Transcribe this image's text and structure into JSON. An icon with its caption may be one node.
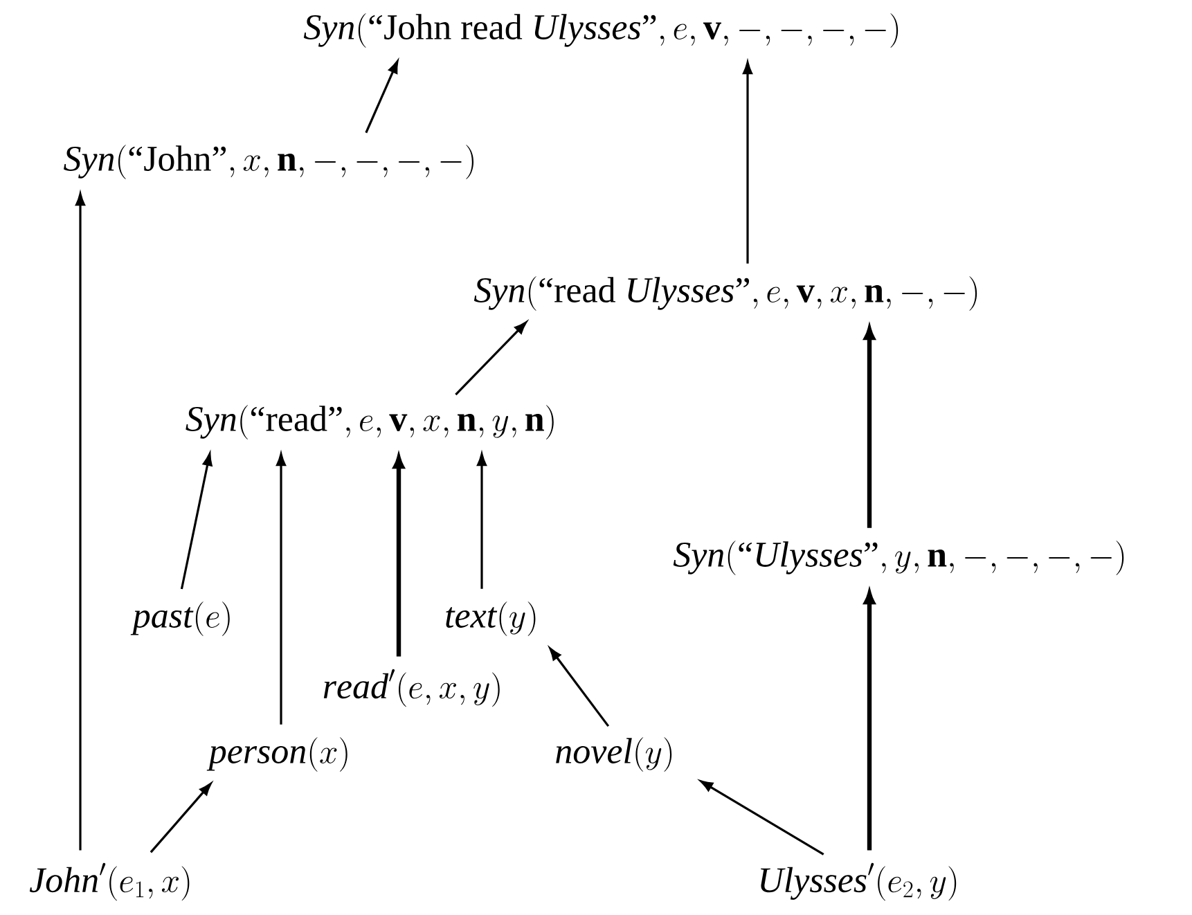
{
  "diagram": {
    "nodes": [
      {
        "text": [
          "\\mathit{Syn}(\\textrm{``John read \\textit{Ulysses}''}, e, \\mathbf{v}, -, -, -, -)"
        ]
      },
      {
        "text": [
          "\\mathit{Syn}(\\textrm{``John''}, x, \\mathbf{n}, -, -, -, -)"
        ]
      },
      {
        "text": [
          "\\mathit{Syn}(\\textrm{``read \\textit{Ulysses}''}, e, \\mathbf{v}, x, \\mathbf{n}, -, -)"
        ]
      },
      {
        "text": [
          "\\mathit{Syn}(\\textrm{``read''}, e, \\mathbf{v}, x, \\mathbf{n}, y, \\mathbf{n})"
        ]
      },
      {
        "text": [
          "\\mathit{Syn}(\\textrm{``\\textit{Ulysses}''}, y, \\mathbf{n}, -, -, -, -)"
        ]
      },
      {
        "text": [
          "\\mathit{past}(e)"
        ]
      },
      {
        "text": [
          "\\mathit{text}(y)"
        ]
      },
      {
        "text": [
          "\\mathit{read}'(e, x, y)"
        ]
      },
      {
        "text": [
          "\\mathit{person}(x)"
        ]
      },
      {
        "text": [
          "\\mathit{novel}(y)"
        ]
      },
      {
        "text": [
          "\\mathit{John}'(e_1, x)"
        ]
      },
      {
        "text": [
          "\\mathit{Ulysses}'(e_2, y)"
        ]
      }
    ],
    "edges": [
      {
        "from": 1,
        "to": 0,
        "arrow": "to"
      },
      {
        "from": 2,
        "to": 0,
        "arrow": "to"
      },
      {
        "from": 3,
        "to": 2,
        "arrow": "to"
      },
      {
        "from": 4,
        "to": 2,
        "arrow": "to",
        "style": "thick"
      },
      {
        "from": 5,
        "to": 3,
        "arrow": "to"
      },
      {
        "from": 8,
        "to": 3,
        "arrow": "to"
      },
      {
        "from": 7,
        "to": 3,
        "arrow": "to",
        "style": "thick"
      },
      {
        "from": 6,
        "to": 3,
        "arrow": "to"
      },
      {
        "from": 9,
        "to": 6,
        "arrow": "to"
      },
      {
        "from": 11,
        "to": 9,
        "arrow": "to"
      },
      {
        "from": 11,
        "to": 4,
        "arrow": "to",
        "style": "thick"
      },
      {
        "from": 10,
        "to": 1,
        "arrow": "to"
      },
      {
        "from": 10,
        "to": 8,
        "arrow": "to"
      }
    ]
  }
}
